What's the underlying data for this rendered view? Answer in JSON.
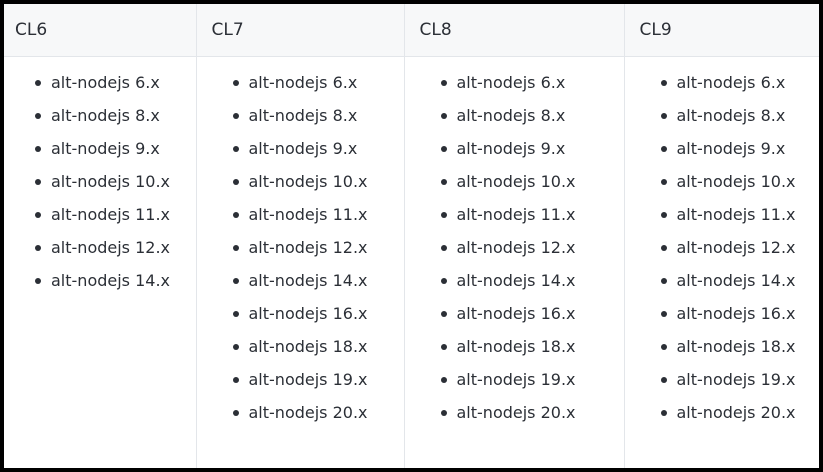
{
  "columns": [
    {
      "header": "CL6",
      "items": [
        "alt-nodejs 6.x",
        "alt-nodejs 8.x",
        "alt-nodejs 9.x",
        "alt-nodejs 10.x",
        "alt-nodejs 11.x",
        "alt-nodejs 12.x",
        "alt-nodejs 14.x"
      ]
    },
    {
      "header": "CL7",
      "items": [
        "alt-nodejs 6.x",
        "alt-nodejs 8.x",
        "alt-nodejs 9.x",
        "alt-nodejs 10.x",
        "alt-nodejs 11.x",
        "alt-nodejs 12.x",
        "alt-nodejs 14.x",
        "alt-nodejs 16.x",
        "alt-nodejs 18.x",
        "alt-nodejs 19.x",
        "alt-nodejs 20.x"
      ]
    },
    {
      "header": "CL8",
      "items": [
        "alt-nodejs 6.x",
        "alt-nodejs 8.x",
        "alt-nodejs 9.x",
        "alt-nodejs 10.x",
        "alt-nodejs 11.x",
        "alt-nodejs 12.x",
        "alt-nodejs 14.x",
        "alt-nodejs 16.x",
        "alt-nodejs 18.x",
        "alt-nodejs 19.x",
        "alt-nodejs 20.x"
      ]
    },
    {
      "header": "CL9",
      "items": [
        "alt-nodejs 6.x",
        "alt-nodejs 8.x",
        "alt-nodejs 9.x",
        "alt-nodejs 10.x",
        "alt-nodejs 11.x",
        "alt-nodejs 12.x",
        "alt-nodejs 14.x",
        "alt-nodejs 16.x",
        "alt-nodejs 18.x",
        "alt-nodejs 19.x",
        "alt-nodejs 20.x"
      ]
    }
  ]
}
